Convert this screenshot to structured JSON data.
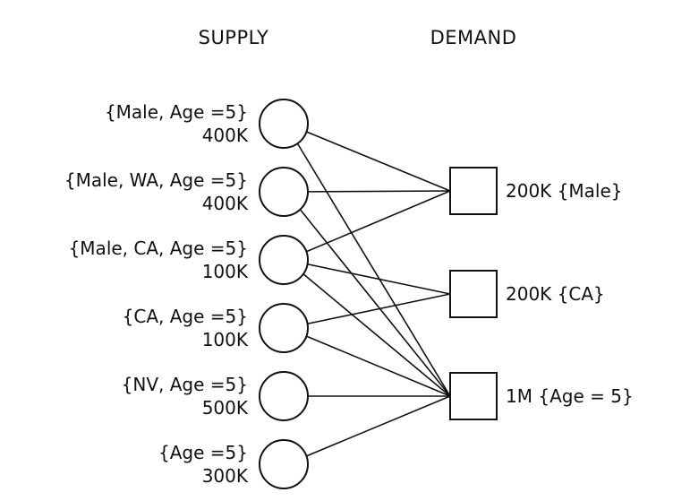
{
  "headers": {
    "supply": "SUPPLY",
    "demand": "DEMAND"
  },
  "supply": [
    {
      "id": "s1",
      "attrs": "{Male, Age =5}",
      "amount": "400K"
    },
    {
      "id": "s2",
      "attrs": "{Male, WA, Age =5}",
      "amount": "400K"
    },
    {
      "id": "s3",
      "attrs": "{Male, CA, Age =5}",
      "amount": "100K"
    },
    {
      "id": "s4",
      "attrs": "{CA, Age =5}",
      "amount": "100K"
    },
    {
      "id": "s5",
      "attrs": "{NV, Age =5}",
      "amount": "500K"
    },
    {
      "id": "s6",
      "attrs": "{Age =5}",
      "amount": "300K"
    }
  ],
  "demand": [
    {
      "id": "d1",
      "label": "200K {Male}"
    },
    {
      "id": "d2",
      "label": "200K {CA}"
    },
    {
      "id": "d3",
      "label": "1M {Age = 5}"
    }
  ],
  "edges": [
    [
      "s1",
      "d1"
    ],
    [
      "s1",
      "d3"
    ],
    [
      "s2",
      "d1"
    ],
    [
      "s2",
      "d3"
    ],
    [
      "s3",
      "d1"
    ],
    [
      "s3",
      "d2"
    ],
    [
      "s3",
      "d3"
    ],
    [
      "s4",
      "d2"
    ],
    [
      "s4",
      "d3"
    ],
    [
      "s5",
      "d3"
    ],
    [
      "s6",
      "d3"
    ]
  ]
}
